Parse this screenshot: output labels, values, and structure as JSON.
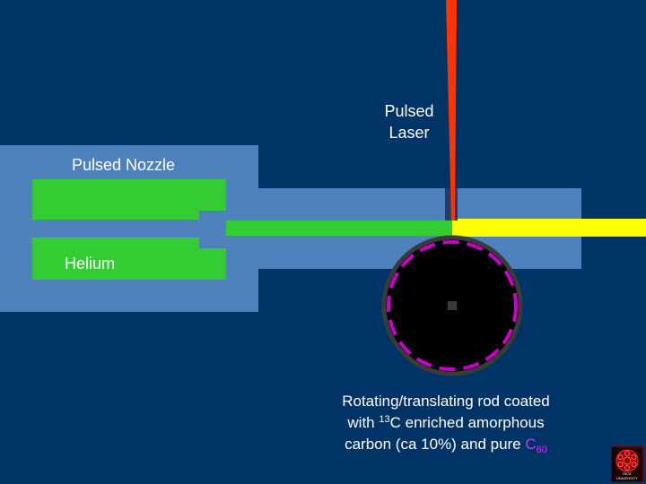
{
  "labels": {
    "laser_line1": "Pulsed",
    "laser_line2": "Laser",
    "nozzle": "Pulsed Nozzle",
    "helium": "Helium"
  },
  "caption": {
    "line1": "Rotating/translating rod coated",
    "line2_pre": "with ",
    "line2_sup": "13",
    "line2_post": "C enriched amorphous",
    "line3_pre": "carbon (ca 10%) and pure ",
    "c60_base": "C",
    "c60_sub": "60"
  },
  "badge": {
    "text": "RICE UNIVERSITY"
  },
  "colors": {
    "background": "#003366",
    "nozzle_body": "#4f81bd",
    "gas_channel": "#33cc33",
    "laser": "#ff3300",
    "cluster_beam": "#ffff00",
    "rod": "#000000",
    "rod_outline": "#cc00cc",
    "c60_text": "#cc33ff"
  }
}
